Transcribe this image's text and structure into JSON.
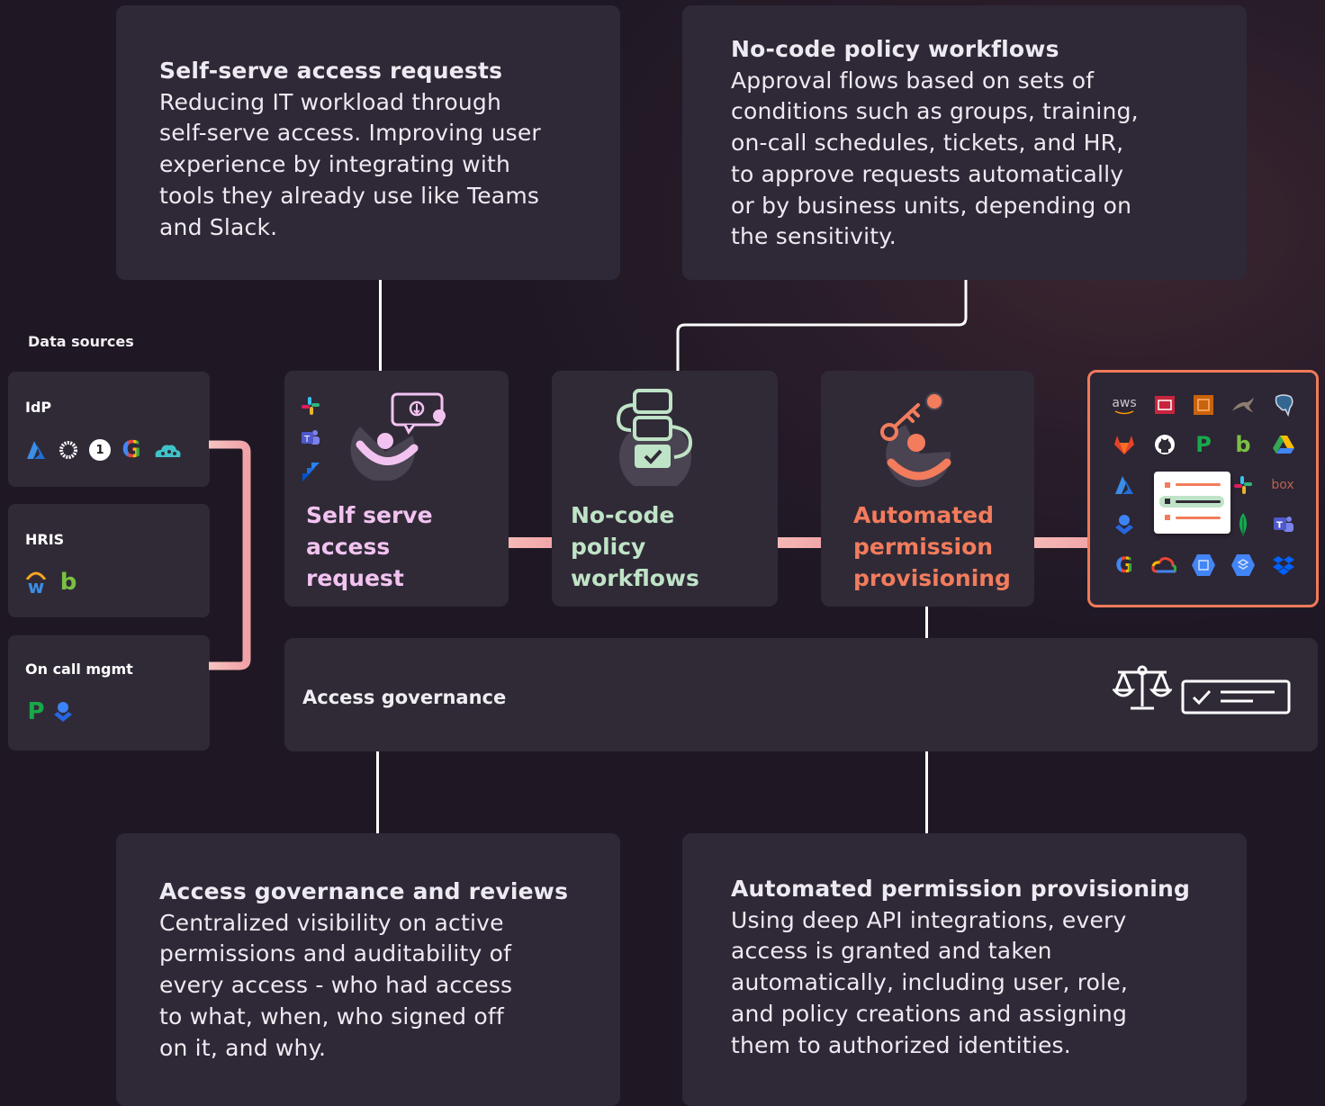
{
  "info_cards": {
    "self_serve": {
      "title": "Self-serve access requests",
      "lines": [
        "Reducing IT workload through",
        "self-serve access. Improving user",
        "experience by integrating with",
        "tools they already use like Teams",
        "and Slack."
      ]
    },
    "no_code": {
      "title": "No-code policy workflows",
      "lines": [
        "Approval flows based on sets of",
        "conditions such as groups, training,",
        "on-call schedules, tickets, and HR,",
        "to approve requests automatically",
        "or by business units, depending on",
        "the sensitivity."
      ]
    },
    "governance": {
      "title": "Access governance and reviews",
      "lines": [
        "Centralized visibility on active",
        "permissions and auditability of",
        "every access - who had access",
        "to what, when, who signed off",
        "on it, and why."
      ]
    },
    "provisioning": {
      "title": "Automated permission provisioning",
      "lines": [
        "Using deep API integrations, every",
        "access is granted and taken",
        "automatically, including user, role,",
        "and policy creations and assigning",
        "them to authorized identities."
      ]
    }
  },
  "data_sources": {
    "heading": "Data sources",
    "groups": [
      {
        "title": "IdP",
        "icons": [
          "azure-ad-icon",
          "okta-icon",
          "onelogin-icon",
          "google-icon",
          "jumpcloud-icon"
        ]
      },
      {
        "title": "HRIS",
        "icons": [
          "workday-icon",
          "bamboohr-icon"
        ]
      },
      {
        "title": "On call mgmt",
        "icons": [
          "pagerduty-icon",
          "opsgenie-icon"
        ]
      }
    ],
    "onelogin_glyph": "1",
    "google_glyph": "G",
    "workday_glyph": "w",
    "bamboo_glyph": "b",
    "pagerduty_glyph": "P"
  },
  "steps": [
    {
      "label_lines": [
        "Self serve",
        "access",
        "request"
      ],
      "color": "#f2c3f0"
    },
    {
      "label_lines": [
        "No-code",
        "policy",
        "workflows"
      ],
      "color": "#bfe3c6"
    },
    {
      "label_lines": [
        "Automated",
        "permission",
        "provisioning"
      ],
      "color": "#f27c5c"
    }
  ],
  "governance_bar": {
    "label": "Access governance"
  },
  "apps": {
    "aws_label": "aws",
    "box_label": "box",
    "github_label": "",
    "glyphs": {
      "pagerduty": "P",
      "bamboo": "b",
      "google": "G",
      "teams": "T"
    }
  },
  "colors": {
    "accent_orange": "#f07a5a",
    "pink": "#f2c3f0",
    "mint": "#bfe3c6"
  }
}
